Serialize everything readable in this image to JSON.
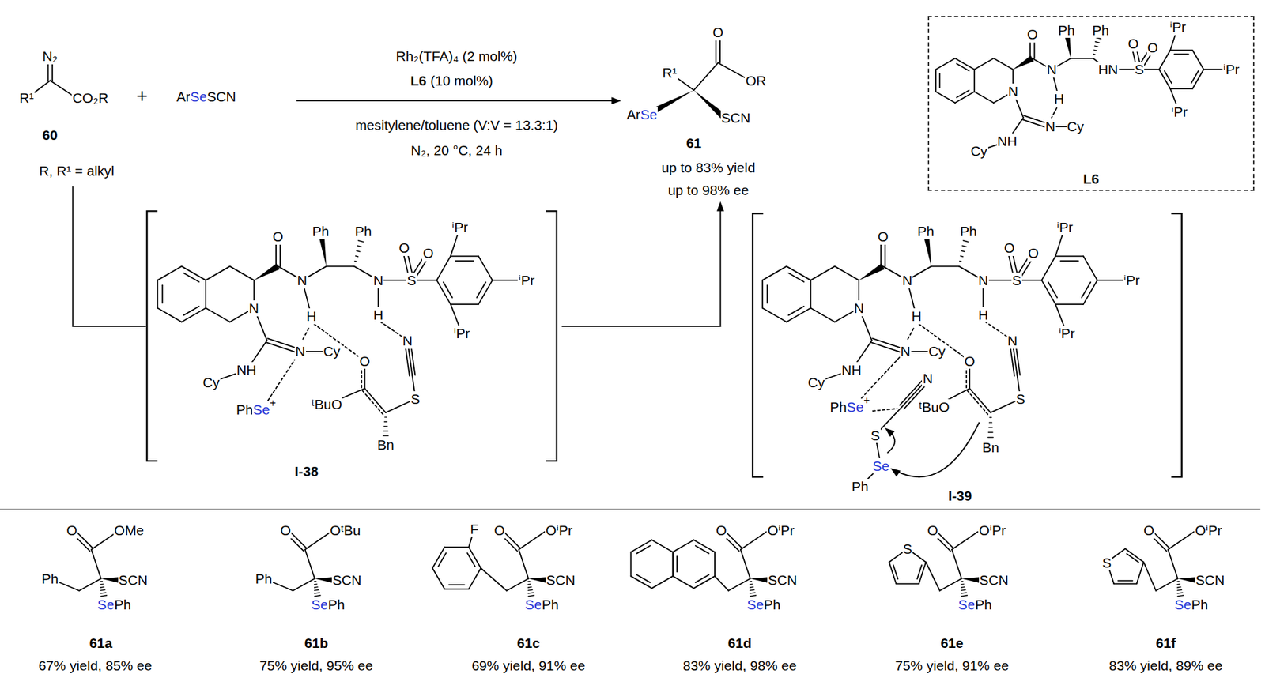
{
  "diagram": {
    "nodes": [
      {
        "text": [
          "L6"
        ]
      }
    ],
    "labels": [
      "N₂",
      "R¹",
      "CO₂R",
      "60",
      "R, R¹ = alkyl",
      "+",
      "Ar",
      "Se",
      "SCN",
      "Rh₂(TFA)₄ (2 mol%)",
      "L6",
      "(10 mol%)",
      "mesitylene/toluene (V:V = 13.3:1)",
      "N₂, 20 °C, 24 h",
      "R¹",
      "O",
      "OR",
      "Ar",
      "Se",
      "SCN",
      "61",
      "up to 83% yield",
      "up to 98% ee",
      "N",
      "O",
      "N",
      "H",
      "Ph",
      "Ph",
      "HN",
      "S",
      "O",
      "O",
      "ⁱPr",
      "ⁱPr",
      "ⁱPr",
      "N",
      "Cy",
      "NH",
      "Cy",
      "N",
      "O",
      "N",
      "H",
      "Ph",
      "Ph",
      "N",
      "H",
      "S",
      "O",
      "O",
      "ⁱPr",
      "ⁱPr",
      "ⁱPr",
      "N",
      "Cy",
      "NH",
      "Cy",
      "Ph",
      "Se",
      "+",
      "O",
      "ᵗBuO",
      "Bn",
      "S",
      "N",
      "I-38",
      "N",
      "O",
      "N",
      "H",
      "Ph",
      "Ph",
      "N",
      "H",
      "S",
      "O",
      "O",
      "ⁱPr",
      "ⁱPr",
      "ⁱPr",
      "N",
      "Cy",
      "NH",
      "Cy",
      "Ph",
      "Se",
      "+",
      "N",
      "S",
      "Se",
      "Ph",
      "O",
      "ᵗBuO",
      "Bn",
      "S",
      "N",
      "I-39",
      "O",
      "OMe",
      "Ph",
      "SCN",
      "Se",
      "Ph",
      "61a",
      "67% yield, 85% ee",
      "O",
      "OᵗBu",
      "Ph",
      "SCN",
      "Se",
      "Ph",
      "61b",
      "75% yield, 95% ee",
      "F",
      "O",
      "OⁱPr",
      "SCN",
      "Se",
      "Ph",
      "61c",
      "69% yield, 91% ee",
      "O",
      "OⁱPr",
      "SCN",
      "Se",
      "Ph",
      "61d",
      "83% yield, 98% ee",
      "S",
      "O",
      "OⁱPr",
      "SCN",
      "Se",
      "Ph",
      "61e",
      "75% yield, 91% ee",
      "S",
      "O",
      "OⁱPr",
      "SCN",
      "Se",
      "Ph",
      "61f",
      "83% yield, 89% ee"
    ]
  }
}
